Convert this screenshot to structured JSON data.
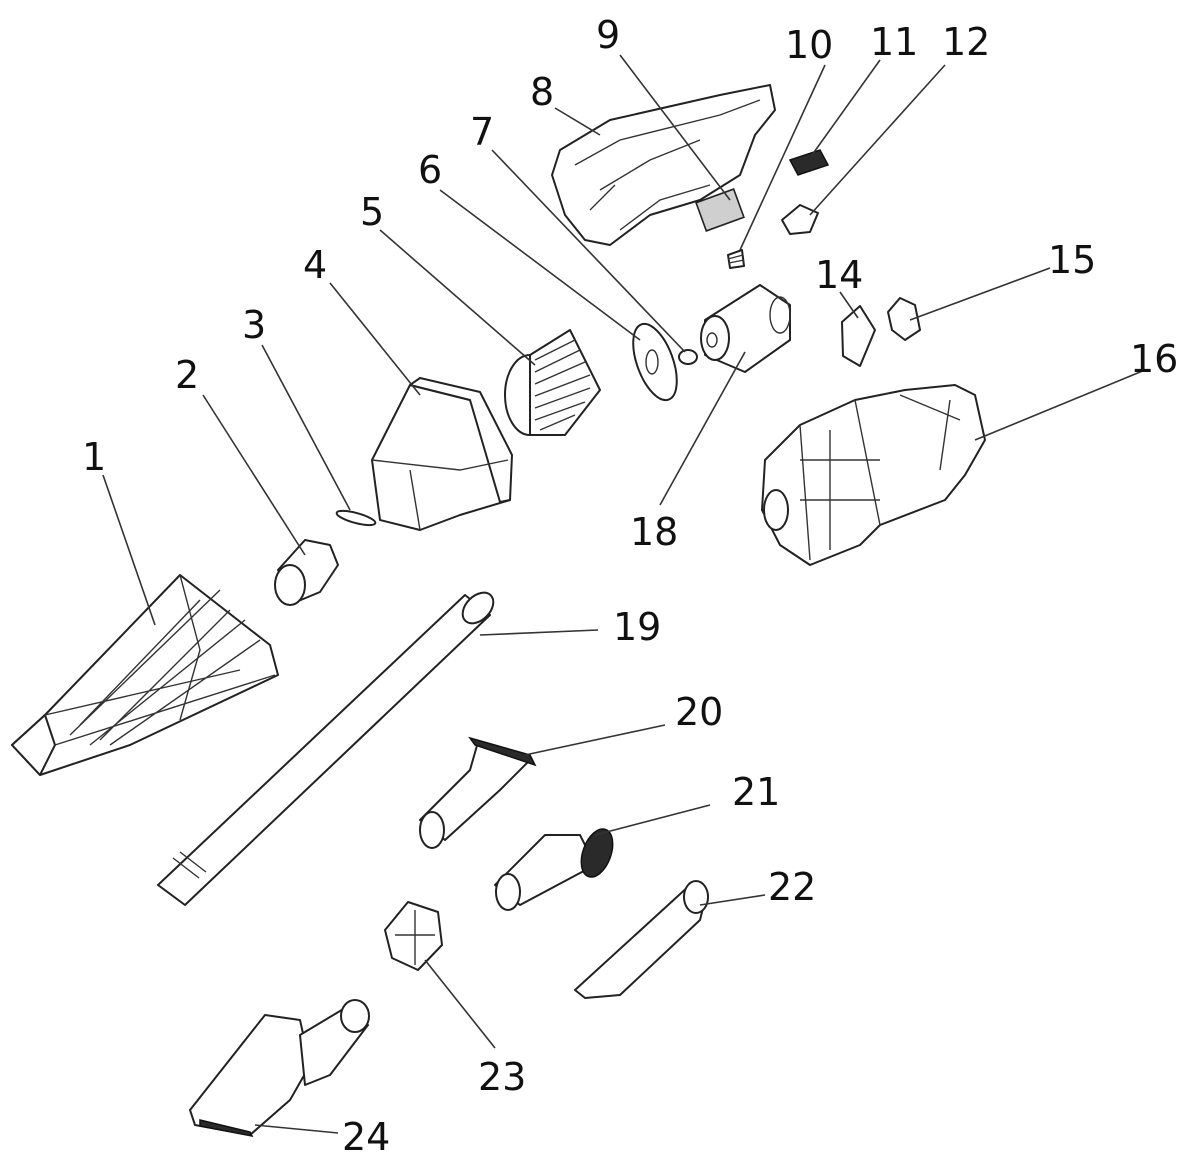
{
  "callouts": [
    {
      "id": "1",
      "label": "1"
    },
    {
      "id": "2",
      "label": "2"
    },
    {
      "id": "3",
      "label": "3"
    },
    {
      "id": "4",
      "label": "4"
    },
    {
      "id": "5",
      "label": "5"
    },
    {
      "id": "6",
      "label": "6"
    },
    {
      "id": "7",
      "label": "7"
    },
    {
      "id": "8",
      "label": "8"
    },
    {
      "id": "9",
      "label": "9"
    },
    {
      "id": "10",
      "label": "10"
    },
    {
      "id": "11",
      "label": "11"
    },
    {
      "id": "12",
      "label": "12"
    },
    {
      "id": "14",
      "label": "14"
    },
    {
      "id": "15",
      "label": "15"
    },
    {
      "id": "16",
      "label": "16"
    },
    {
      "id": "18",
      "label": "18"
    },
    {
      "id": "19",
      "label": "19"
    },
    {
      "id": "20",
      "label": "20"
    },
    {
      "id": "21",
      "label": "21"
    },
    {
      "id": "22",
      "label": "22"
    },
    {
      "id": "23",
      "label": "23"
    },
    {
      "id": "24",
      "label": "24"
    }
  ]
}
